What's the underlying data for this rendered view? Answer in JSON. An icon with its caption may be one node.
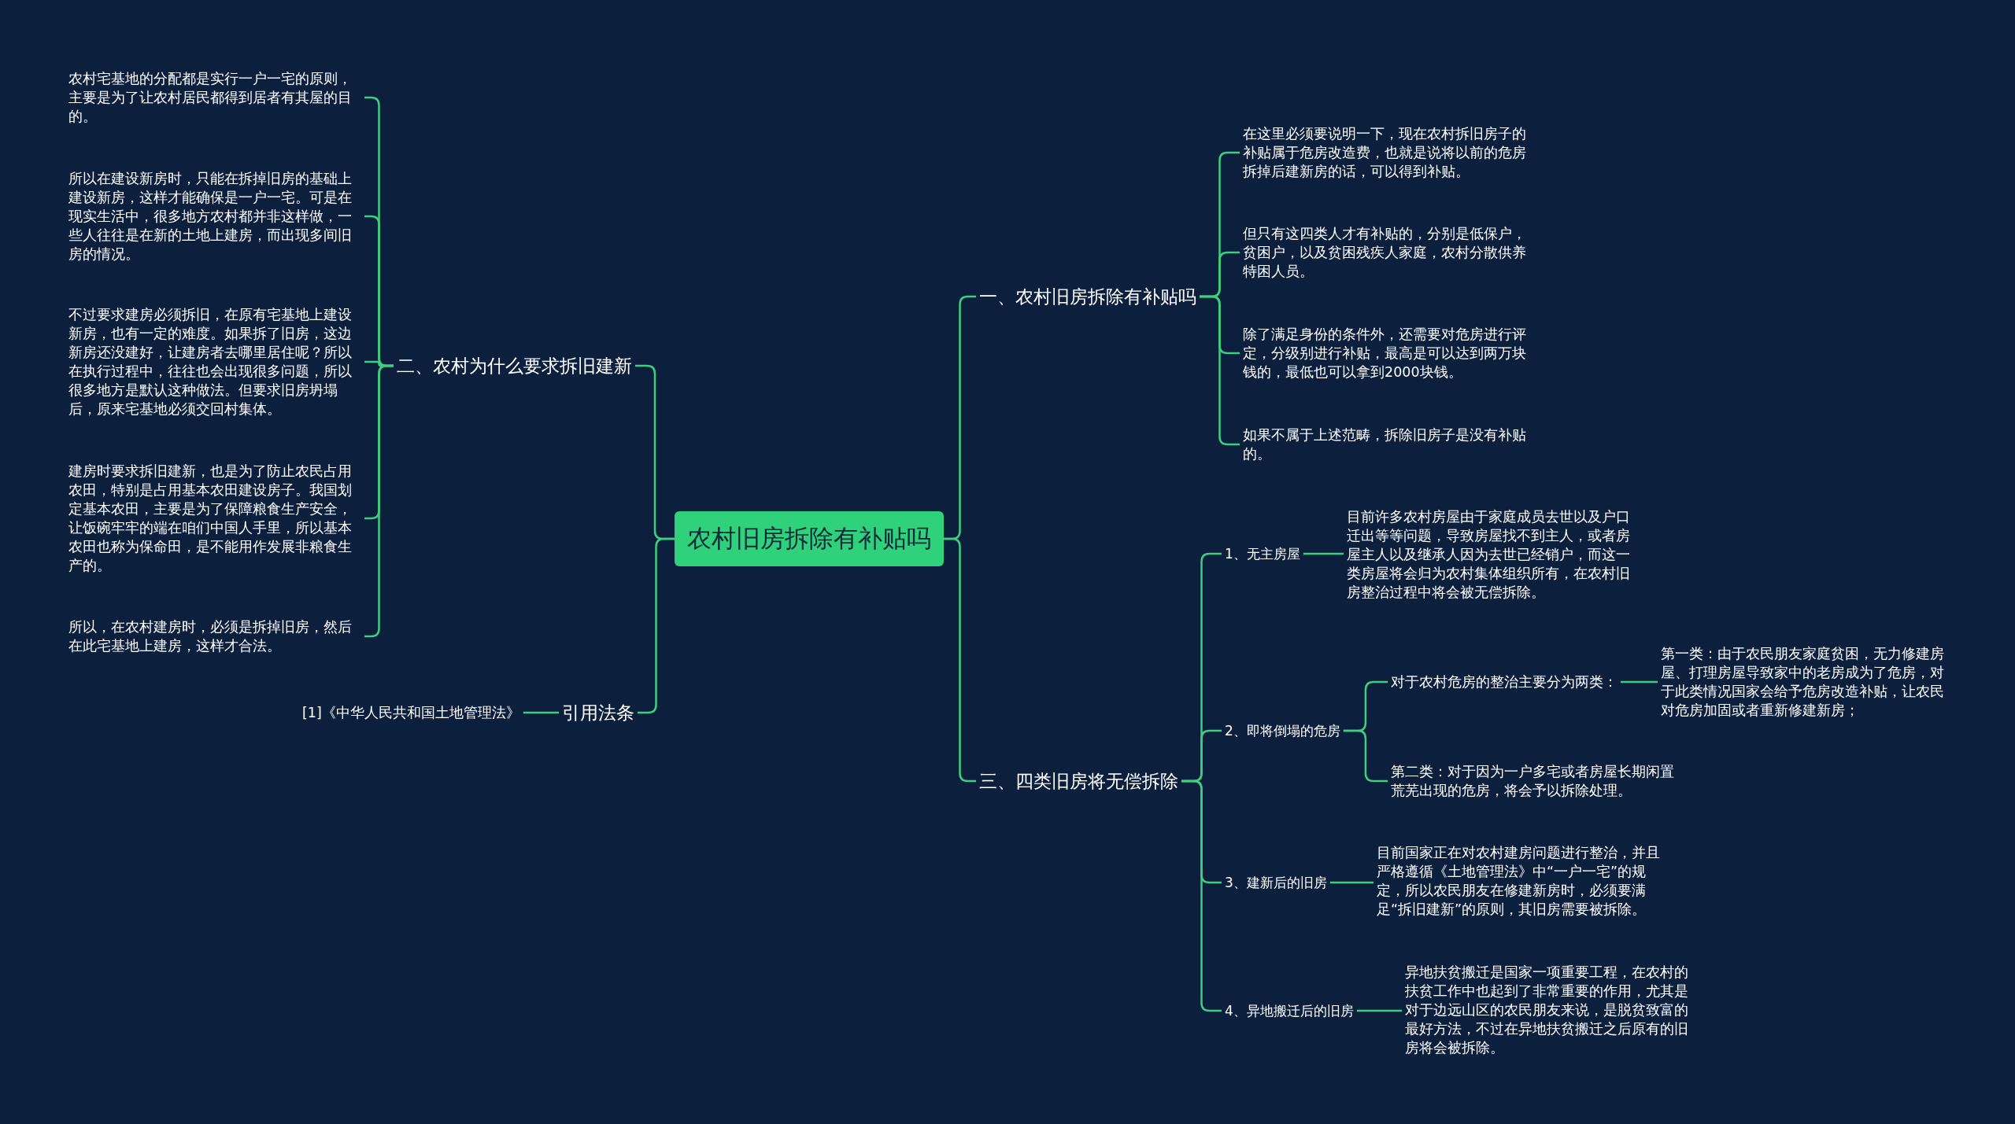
{
  "diagram": {
    "nodes": [
      {
        "text": [
          "农村旧房拆除有补贴吗"
        ]
      },
      {
        "text": [
          "一、农村旧房拆除有补贴吗"
        ]
      },
      {
        "text": [
          "在这里必须要说明一下，现在农村拆旧房子的补贴属于危房改造费，也就是说将以前的危房拆掉后建新房的话，可以得到补贴。"
        ]
      },
      {
        "text": [
          "但只有这四类人才有补贴的，分别是低保户，贫困户，以及贫困残疾人家庭，农村分散供养特困人员。"
        ]
      },
      {
        "text": [
          "除了满足身份的条件外，还需要对危房进行评定，分级别进行补贴，最高是可以达到两万块钱的，最低也可以拿到2000块钱。"
        ]
      },
      {
        "text": [
          "如果不属于上述范畴，拆除旧房子是没有补贴的。"
        ]
      },
      {
        "text": [
          "二、农村为什么要求拆旧建新"
        ]
      },
      {
        "text": [
          "农村宅基地的分配都是实行一户一宅的原则，主要是为了让农村居民都得到居者有其屋的目的。"
        ]
      },
      {
        "text": [
          "所以在建设新房时，只能在拆掉旧房的基础上建设新房，这样才能确保是一户一宅。可是在现实生活中，很多地方农村都并非这样做，一些人往往是在新的土地上建房，而出现多间旧房的情况。"
        ]
      },
      {
        "text": [
          "不过要求建房必须拆旧，在原有宅基地上建设新房，也有一定的难度。如果拆了旧房，这边新房还没建好，让建房者去哪里居住呢？所以在执行过程中，往往也会出现很多问题，所以很多地方是默认这种做法。但要求旧房坍塌后，原来宅基地必须交回村集体。"
        ]
      },
      {
        "text": [
          "建房时要求拆旧建新，也是为了防止农民占用农田，特别是占用基本农田建设房子。我国划定基本农田，主要是为了保障粮食生产安全，让饭碗牢牢的端在咱们中国人手里，所以基本农田也称为保命田，是不能用作发展非粮食生产的。"
        ]
      },
      {
        "text": [
          "所以，在农村建房时，必须是拆掉旧房，然后在此宅基地上建房，这样才合法。"
        ]
      },
      {
        "text": [
          "引用法条"
        ]
      },
      {
        "text": [
          "[1]《中华人民共和国土地管理法》"
        ]
      },
      {
        "text": [
          "三、四类旧房将无偿拆除"
        ]
      },
      {
        "text": [
          "1、无主房屋"
        ]
      },
      {
        "text": [
          "目前许多农村房屋由于家庭成员去世以及户口迁出等等问题，导致房屋找不到主人，或者房屋主人以及继承人因为去世已经销户，而这一类房屋将会归为农村集体组织所有，在农村旧房整治过程中将会被无偿拆除。"
        ]
      },
      {
        "text": [
          "2、即将倒塌的危房"
        ]
      },
      {
        "text": [
          "对于农村危房的整治主要分为两类："
        ]
      },
      {
        "text": [
          "第一类：由于农民朋友家庭贫困，无力修建房屋、打理房屋导致家中的老房成为了危房，对于此类情况国家会给予危房改造补贴，让农民对危房加固或者重新修建新房；"
        ]
      },
      {
        "text": [
          "第二类：对于因为一户多宅或者房屋长期闲置荒芜出现的危房，将会予以拆除处理。"
        ]
      },
      {
        "text": [
          "3、建新后的旧房"
        ]
      },
      {
        "text": [
          "目前国家正在对农村建房问题进行整治，并且严格遵循《土地管理法》中“一户一宅”的规定，所以农民朋友在修建新房时，必须要满足“拆旧建新”的原则，其旧房需要被拆除。"
        ]
      },
      {
        "text": [
          "4、异地搬迁后的旧房"
        ]
      },
      {
        "text": [
          "异地扶贫搬迁是国家一项重要工程，在农村的扶贫工作中也起到了非常重要的作用，尤其是对于边远山区的农民朋友来说，是脱贫致富的最好方法，不过在异地扶贫搬迁之后原有的旧房将会被拆除。"
        ]
      }
    ],
    "edges": [
      {
        "from": 0,
        "to": 1,
        "arrow": "none"
      },
      {
        "from": 1,
        "to": 2,
        "arrow": "none"
      },
      {
        "from": 1,
        "to": 3,
        "arrow": "none"
      },
      {
        "from": 1,
        "to": 4,
        "arrow": "none"
      },
      {
        "from": 1,
        "to": 5,
        "arrow": "none"
      },
      {
        "from": 0,
        "to": 6,
        "arrow": "none"
      },
      {
        "from": 6,
        "to": 7,
        "arrow": "none"
      },
      {
        "from": 6,
        "to": 8,
        "arrow": "none"
      },
      {
        "from": 6,
        "to": 9,
        "arrow": "none"
      },
      {
        "from": 6,
        "to": 10,
        "arrow": "none"
      },
      {
        "from": 6,
        "to": 11,
        "arrow": "none"
      },
      {
        "from": 0,
        "to": 12,
        "arrow": "none"
      },
      {
        "from": 12,
        "to": 13,
        "arrow": "none"
      },
      {
        "from": 0,
        "to": 14,
        "arrow": "none"
      },
      {
        "from": 14,
        "to": 15,
        "arrow": "none"
      },
      {
        "from": 15,
        "to": 16,
        "arrow": "none"
      },
      {
        "from": 14,
        "to": 17,
        "arrow": "none"
      },
      {
        "from": 17,
        "to": 18,
        "arrow": "none"
      },
      {
        "from": 18,
        "to": 19,
        "arrow": "none"
      },
      {
        "from": 17,
        "to": 20,
        "arrow": "none"
      },
      {
        "from": 14,
        "to": 21,
        "arrow": "none"
      },
      {
        "from": 21,
        "to": 22,
        "arrow": "none"
      },
      {
        "from": 14,
        "to": 23,
        "arrow": "none"
      },
      {
        "from": 23,
        "to": 24,
        "arrow": "none"
      }
    ]
  }
}
